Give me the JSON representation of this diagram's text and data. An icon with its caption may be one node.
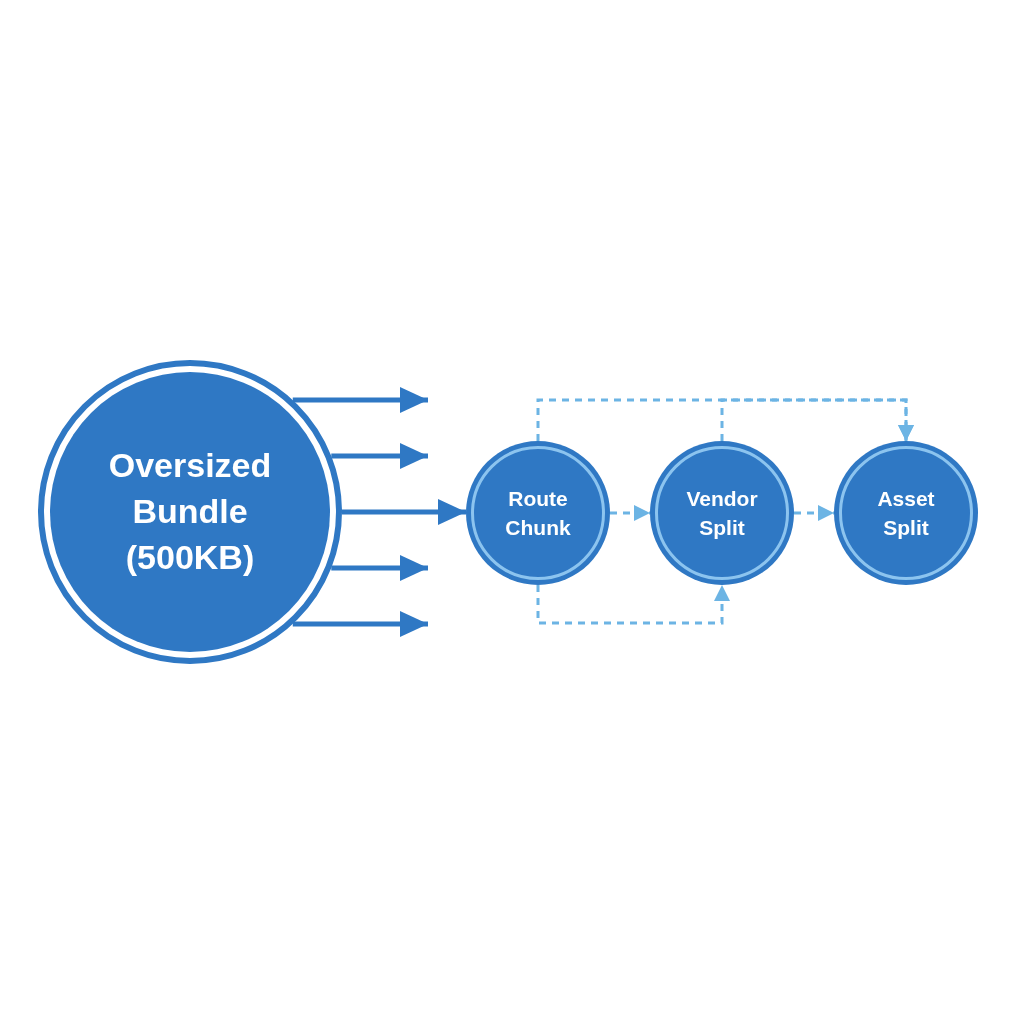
{
  "diagram": {
    "nodes": [
      {
        "text": [
          "Oversized Bundle (500KB)"
        ]
      },
      {
        "text": [
          "Route Chunk"
        ]
      },
      {
        "text": [
          "Vendor Split"
        ]
      },
      {
        "text": [
          "Asset Split"
        ]
      }
    ],
    "edges": [
      {
        "from": 0,
        "to": null,
        "arrow": "to"
      },
      {
        "from": 0,
        "to": null,
        "arrow": "to"
      },
      {
        "from": 0,
        "to": 1,
        "arrow": "to"
      },
      {
        "from": 0,
        "to": null,
        "arrow": "to"
      },
      {
        "from": 0,
        "to": null,
        "arrow": "to"
      },
      {
        "from": 1,
        "to": 2,
        "arrow": "to",
        "style": "dashed",
        "color": "#6cb4e4"
      },
      {
        "from": 2,
        "to": 3,
        "arrow": "to",
        "style": "dashed",
        "color": "#6cb4e4"
      },
      {
        "from": 1,
        "to": 3,
        "arrow": "to",
        "style": "dashed",
        "color": "#6cb4e4"
      },
      {
        "from": 2,
        "to": 3,
        "arrow": "to",
        "style": "dashed",
        "color": "#6cb4e4"
      },
      {
        "from": 1,
        "to": 2,
        "arrow": "to",
        "style": "dashed",
        "color": "#6cb4e4"
      }
    ]
  }
}
